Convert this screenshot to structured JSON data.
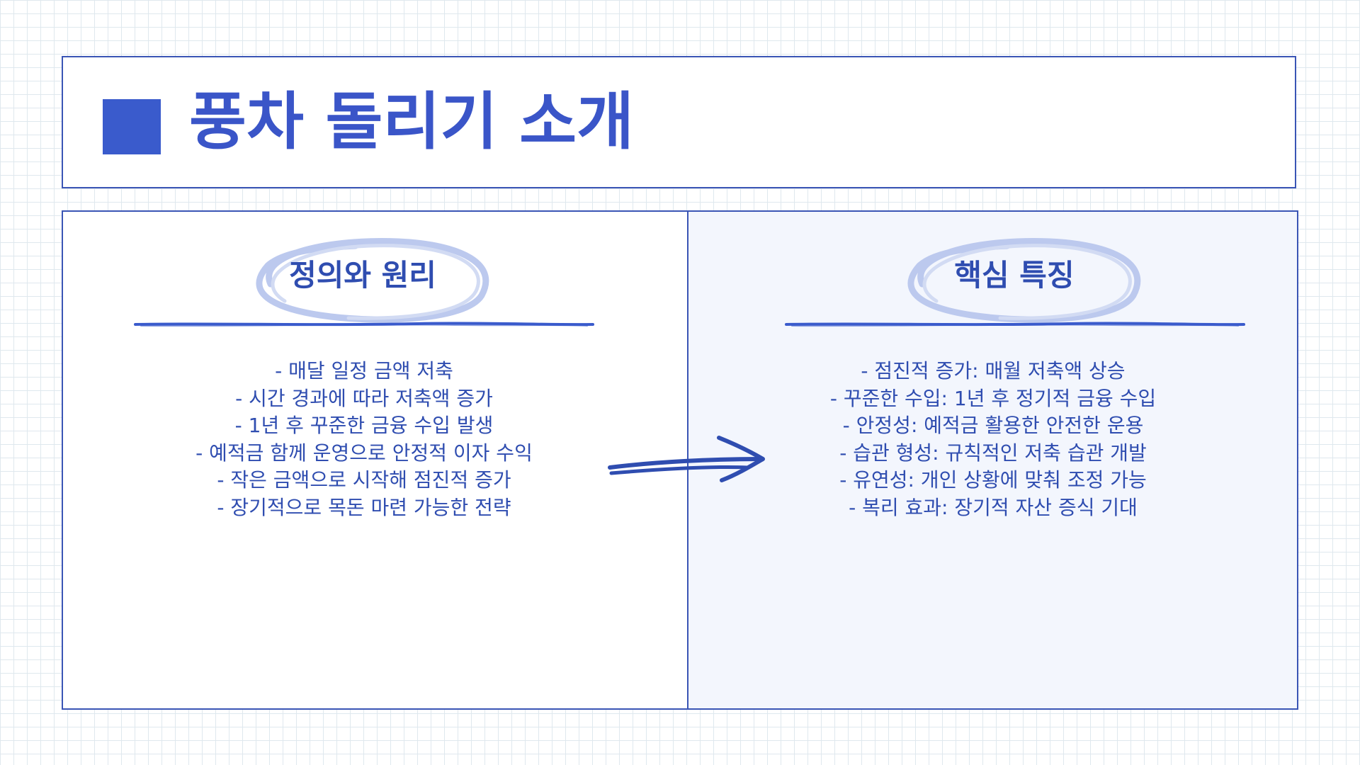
{
  "title": "풍차 돌리기 소개",
  "left": {
    "heading": "정의와 원리",
    "items": [
      "- 매달 일정 금액 저축",
      "- 시간 경과에 따라 저축액 증가",
      "- 1년 후 꾸준한 금융 수입 발생",
      "- 예적금 함께 운영으로 안정적 이자 수익",
      "- 작은 금액으로 시작해 점진적 증가",
      "- 장기적으로 목돈 마련 가능한 전략"
    ]
  },
  "right": {
    "heading": "핵심 특징",
    "items": [
      "- 점진적 증가: 매월 저축액 상승",
      "- 꾸준한 수입: 1년 후 정기적 금융 수입",
      "- 안정성: 예적금 활용한 안전한 운용",
      "- 습관 형성: 규칙적인 저축 습관 개발",
      "- 유연성: 개인 상황에 맞춰 조정 가능",
      "- 복리 효과: 장기적 자산 증식 기대"
    ]
  },
  "colors": {
    "accent": "#3a5bcc",
    "text": "#2f4db0",
    "border": "#3a55b5",
    "panel_tint": "#f3f6fd",
    "grid": "#dfe8ee"
  },
  "icons": {
    "title_marker": "solid-square-icon",
    "heading_marker": "hand-drawn-circle-icon",
    "connector": "hand-drawn-arrow-icon"
  }
}
